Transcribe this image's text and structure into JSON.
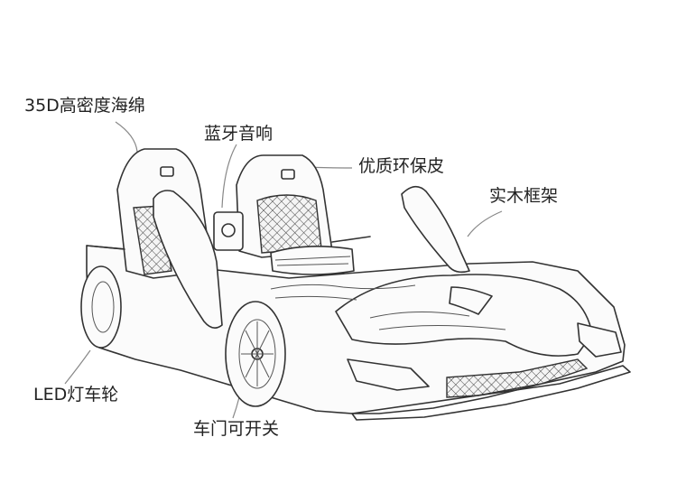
{
  "labels": {
    "foam": "35D高密度海绵",
    "audio": "蓝牙音响",
    "leather": "优质环保皮",
    "frame": "实木框架",
    "wheel": "LED灯车轮",
    "door": "车门可开关"
  }
}
